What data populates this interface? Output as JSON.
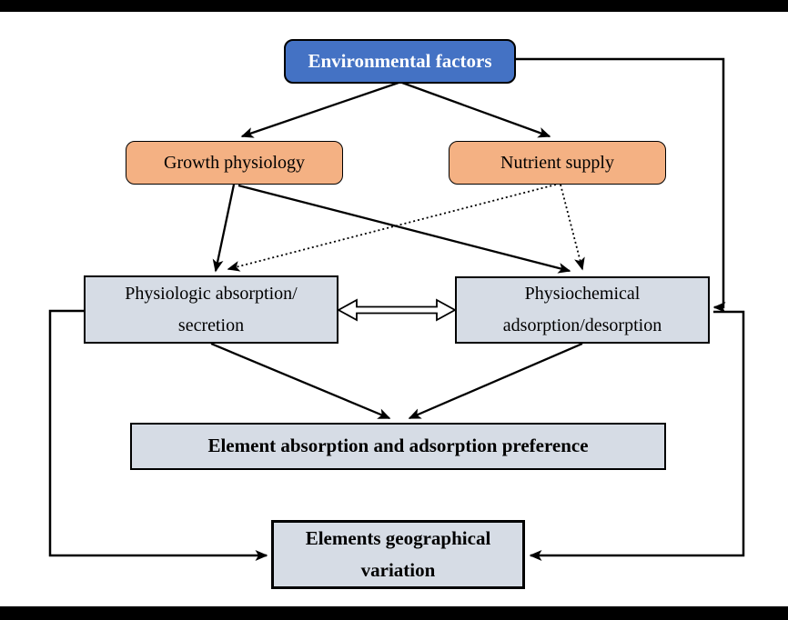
{
  "colors": {
    "accent_blue": "#4472C4",
    "accent_orange": "#F4B183",
    "box_gray": "#D6DCE5",
    "line_black": "#000000",
    "frame_bar_black": "#000000",
    "text_white": "#FFFFFF",
    "text_black": "#000000"
  },
  "nodes": {
    "environmental": {
      "label": "Environmental factors"
    },
    "growth": {
      "label": "Growth physiology"
    },
    "nutrient": {
      "label": "Nutrient supply"
    },
    "physiologic": {
      "line1": "Physiologic absorption/",
      "line2": "secretion"
    },
    "physiochemical": {
      "line1": "Physiochemical",
      "line2": "adsorption/desorption"
    },
    "preference": {
      "label": "Element absorption and adsorption preference"
    },
    "geographical": {
      "line1": "Elements geographical",
      "line2": "variation"
    }
  },
  "edges": [
    {
      "from": "environmental",
      "to": "growth",
      "style": "solid",
      "arrow": "end"
    },
    {
      "from": "environmental",
      "to": "nutrient",
      "style": "solid",
      "arrow": "end"
    },
    {
      "from": "growth",
      "to": "physiologic",
      "style": "solid",
      "arrow": "end"
    },
    {
      "from": "growth",
      "to": "physiochemical",
      "style": "solid",
      "arrow": "end"
    },
    {
      "from": "nutrient",
      "to": "physiologic",
      "style": "dotted",
      "arrow": "end"
    },
    {
      "from": "nutrient",
      "to": "physiochemical",
      "style": "dotted",
      "arrow": "end"
    },
    {
      "from": "environmental",
      "to": "physiochemical",
      "style": "solid-right-route",
      "arrow": "end"
    },
    {
      "from": "physiologic",
      "to": "physiochemical",
      "style": "hollow-double",
      "arrow": "both"
    },
    {
      "from": "physiologic",
      "to": "preference",
      "style": "solid",
      "arrow": "end"
    },
    {
      "from": "physiochemical",
      "to": "preference",
      "style": "solid",
      "arrow": "end"
    },
    {
      "from": "physiologic",
      "to": "geographical",
      "style": "solid-left-route",
      "arrow": "end"
    },
    {
      "from": "physiochemical",
      "to": "geographical",
      "style": "solid-right-route",
      "arrow": "end"
    }
  ]
}
